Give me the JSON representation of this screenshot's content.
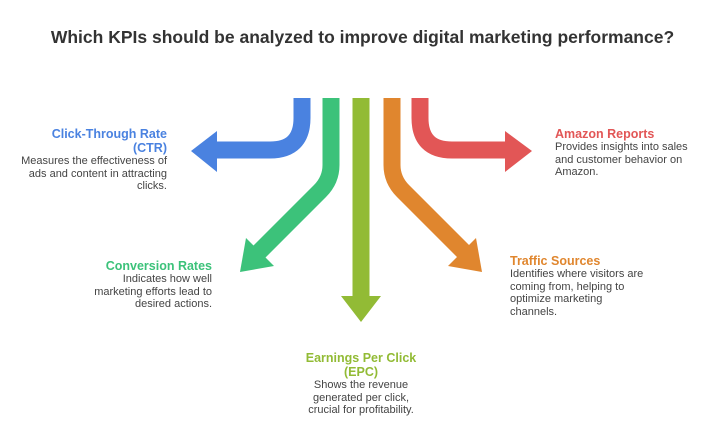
{
  "title": "Which KPIs should be analyzed to improve digital marketing performance?",
  "kpis": {
    "ctr": {
      "heading": "Click-Through Rate (CTR)",
      "description": "Measures the effectiveness of ads and content in attracting clicks.",
      "color": "#4a82e0"
    },
    "conversion": {
      "heading": "Conversion Rates",
      "description": "Indicates how well marketing efforts lead to desired actions.",
      "color": "#3cc27a"
    },
    "epc": {
      "heading": "Earnings Per Click (EPC)",
      "description": "Shows the revenue generated per click, crucial for profitability.",
      "color": "#92bb35"
    },
    "traffic": {
      "heading": "Traffic Sources",
      "description": "Identifies where visitors are coming from, helping to optimize marketing channels.",
      "color": "#e0862e"
    },
    "amazon": {
      "heading": "Amazon Reports",
      "description": "Provides insights into sales and customer behavior on Amazon.",
      "color": "#e25656"
    }
  }
}
